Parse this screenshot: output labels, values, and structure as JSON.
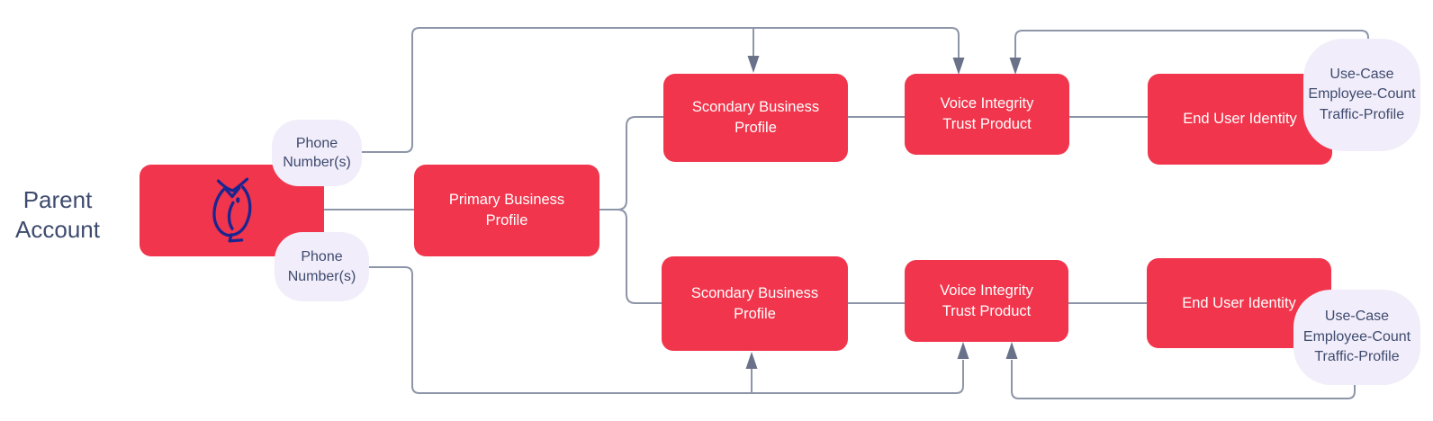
{
  "colors": {
    "node_red": "#F1354C",
    "bubble_lavender": "#F1EDFA",
    "connector_gray": "#8D95A8",
    "arrowhead_gray": "#6A7289",
    "dark_text": "#3E4B6E",
    "node_text": "#FFFFFF",
    "owl_navy": "#1B2590"
  },
  "parent_label": {
    "line1": "Parent",
    "line2": "Account"
  },
  "nodes": {
    "primary": {
      "line1": "Primary Business",
      "line2": "Profile"
    },
    "secondary_top": {
      "line1": "Scondary Business",
      "line2": "Profile"
    },
    "voice_top": {
      "line1": "Voice Integrity",
      "line2": "Trust Product"
    },
    "enduser_top": {
      "line1": "End User Identity"
    },
    "secondary_bottom": {
      "line1": "Scondary Business",
      "line2": "Profile"
    },
    "voice_bottom": {
      "line1": "Voice Integrity",
      "line2": "Trust Product"
    },
    "enduser_bottom": {
      "line1": "End User Identity"
    }
  },
  "bubbles": {
    "phone_top": {
      "line1": "Phone",
      "line2": "Number(s)"
    },
    "phone_bottom": {
      "line1": "Phone",
      "line2": "Number(s)"
    },
    "usecase_top": {
      "line1": "Use-Case",
      "line2": "Employee-Count",
      "line3": "Traffic-Profile"
    },
    "usecase_bottom": {
      "line1": "Use-Case",
      "line2": "Employee-Count",
      "line3": "Traffic-Profile"
    }
  },
  "icons": {
    "parent_node_icon": "owl-icon"
  },
  "edges": [
    {
      "from": "parent-account",
      "to": "primary-business-profile",
      "arrow": false
    },
    {
      "from": "primary-business-profile",
      "to": "secondary-business-profile-top",
      "arrow": false
    },
    {
      "from": "primary-business-profile",
      "to": "secondary-business-profile-bottom",
      "arrow": false
    },
    {
      "from": "secondary-business-profile-top",
      "to": "voice-integrity-trust-product-top",
      "arrow": false
    },
    {
      "from": "voice-integrity-trust-product-top",
      "to": "end-user-identity-top",
      "arrow": false
    },
    {
      "from": "secondary-business-profile-bottom",
      "to": "voice-integrity-trust-product-bottom",
      "arrow": false
    },
    {
      "from": "voice-integrity-trust-product-bottom",
      "to": "end-user-identity-bottom",
      "arrow": false
    },
    {
      "from": "phone-numbers-top",
      "to": "secondary-business-profile-top",
      "arrow": true
    },
    {
      "from": "phone-numbers-top",
      "to": "voice-integrity-trust-product-top",
      "arrow": true
    },
    {
      "from": "use-case-bubble-top",
      "to": "voice-integrity-trust-product-top",
      "arrow": true
    },
    {
      "from": "phone-numbers-bottom",
      "to": "secondary-business-profile-bottom",
      "arrow": true
    },
    {
      "from": "phone-numbers-bottom",
      "to": "voice-integrity-trust-product-bottom",
      "arrow": true
    },
    {
      "from": "use-case-bubble-bottom",
      "to": "voice-integrity-trust-product-bottom",
      "arrow": true
    }
  ]
}
